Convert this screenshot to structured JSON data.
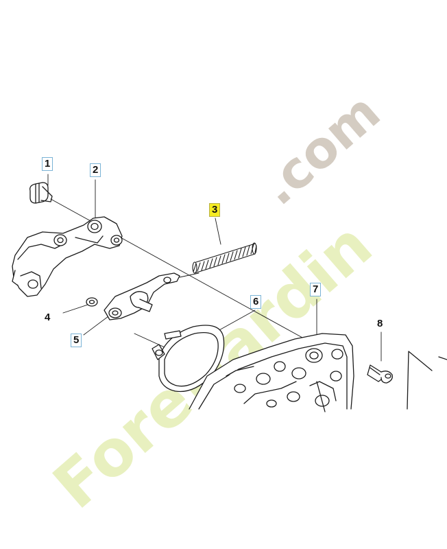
{
  "callouts": {
    "c1": "1",
    "c2": "2",
    "c3": "3",
    "c4": "4",
    "c5": "5",
    "c6": "6",
    "c7": "7",
    "c8": "8"
  },
  "watermark": {
    "left_text": "Foretjardin",
    "right_text": ".com"
  },
  "colors": {
    "callout_box_border": "#7ab3d6",
    "callout_highlight": "#f6ec24",
    "watermark_green": "#e8f0bf",
    "watermark_grey": "#d4ccc2",
    "line_art": "#1a1a1a"
  }
}
